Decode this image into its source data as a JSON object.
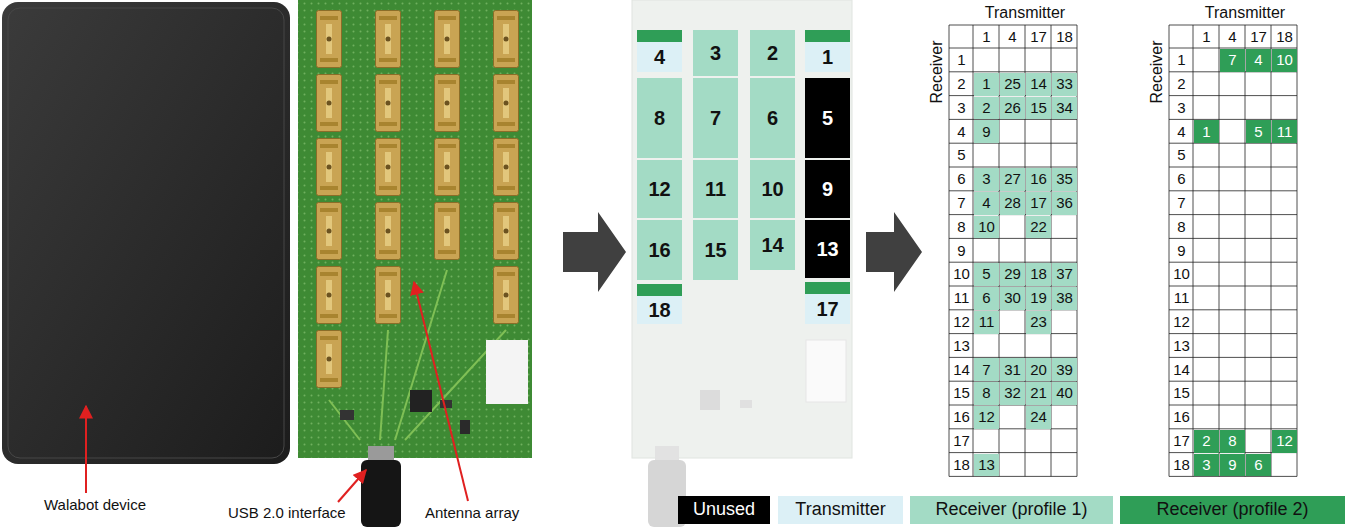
{
  "diagram": {
    "nodes": [
      {
        "text": [
          "4"
        ]
      },
      {
        "text": [
          "3"
        ]
      },
      {
        "text": [
          "2"
        ]
      },
      {
        "text": [
          "1"
        ]
      },
      {
        "text": [
          "8"
        ]
      },
      {
        "text": [
          "7"
        ]
      },
      {
        "text": [
          "6"
        ]
      },
      {
        "text": [
          "5"
        ]
      },
      {
        "text": [
          "12"
        ]
      },
      {
        "text": [
          "11"
        ]
      },
      {
        "text": [
          "10"
        ]
      },
      {
        "text": [
          "9"
        ]
      },
      {
        "text": [
          "16"
        ]
      },
      {
        "text": [
          "15"
        ]
      },
      {
        "text": [
          "14"
        ]
      },
      {
        "text": [
          "13"
        ]
      },
      {
        "text": [
          "18"
        ]
      },
      {
        "text": [
          "17"
        ]
      }
    ],
    "labels": [
      "Walabot device",
      "USB 2.0 interface",
      "Antenna array",
      "Transmitter",
      "Receiver",
      "1",
      "4",
      "17",
      "18",
      "1",
      "2",
      "3",
      "4",
      "5",
      "6",
      "7",
      "8",
      "9",
      "10",
      "11",
      "12",
      "13",
      "14",
      "15",
      "16",
      "17",
      "18",
      "1",
      "25",
      "14",
      "33",
      "2",
      "26",
      "15",
      "34",
      "9",
      "3",
      "27",
      "16",
      "35",
      "4",
      "28",
      "17",
      "36",
      "10",
      "22",
      "5",
      "29",
      "18",
      "37",
      "6",
      "30",
      "19",
      "38",
      "11",
      "23",
      "7",
      "31",
      "20",
      "39",
      "8",
      "32",
      "21",
      "40",
      "12",
      "24",
      "13",
      "Transmitter",
      "Receiver",
      "1",
      "4",
      "17",
      "18",
      "1",
      "2",
      "3",
      "4",
      "5",
      "6",
      "7",
      "8",
      "9",
      "10",
      "11",
      "12",
      "13",
      "14",
      "15",
      "16",
      "17",
      "18",
      "7",
      "4",
      "10",
      "1",
      "5",
      "11",
      "2",
      "8",
      "12",
      "3",
      "9",
      "6"
    ],
    "legend": [
      {
        "text": "Unused",
        "color": "#000000"
      },
      {
        "text": "Transmitter",
        "color": "#dcf0f6"
      },
      {
        "text": "Receiver (profile 1)",
        "color": "#a3dbc5"
      },
      {
        "text": "Receiver (profile 2)",
        "color": "#2f9e57"
      }
    ]
  }
}
